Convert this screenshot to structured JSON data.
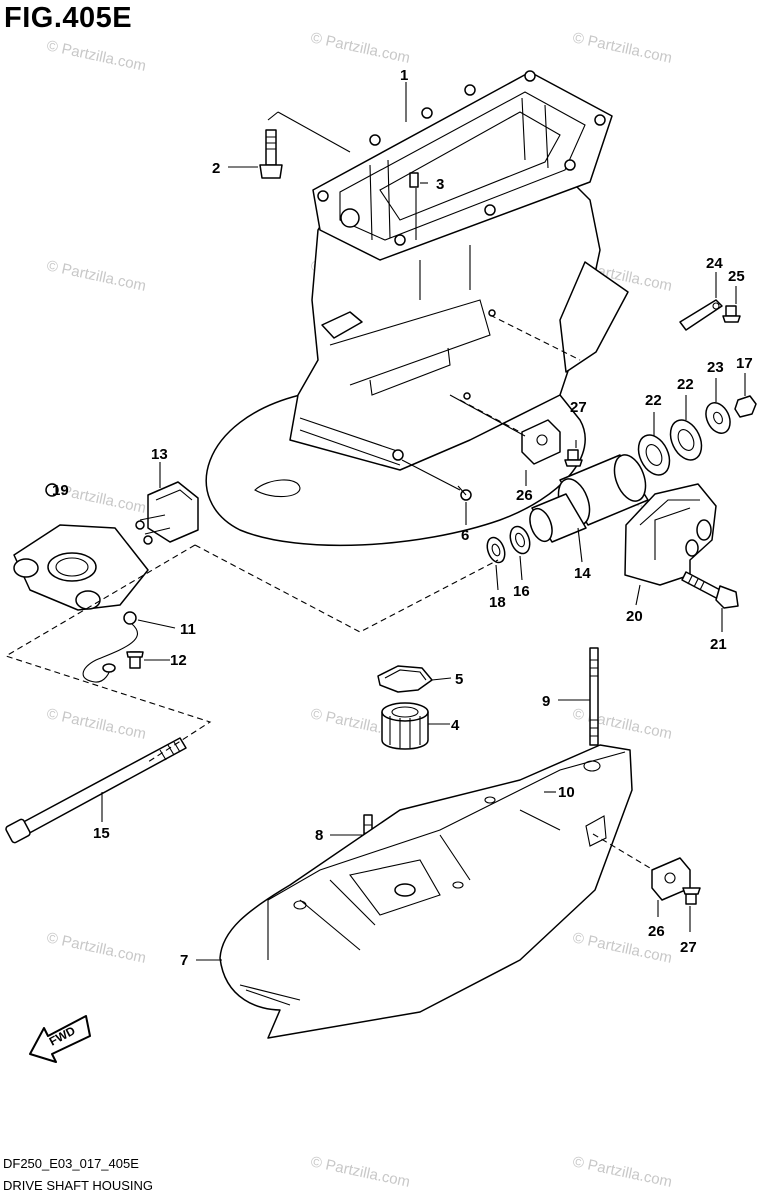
{
  "figure": {
    "title": "FIG.405E",
    "code": "DF250_E03_017_405E",
    "name": "DRIVE SHAFT HOUSING",
    "direction_badge": "FWD",
    "watermark": "© Partzilla.com"
  },
  "callouts": [
    {
      "id": "c1",
      "label": "1"
    },
    {
      "id": "c2",
      "label": "2"
    },
    {
      "id": "c3",
      "label": "3"
    },
    {
      "id": "c4",
      "label": "4"
    },
    {
      "id": "c5",
      "label": "5"
    },
    {
      "id": "c6",
      "label": "6"
    },
    {
      "id": "c7",
      "label": "7"
    },
    {
      "id": "c8",
      "label": "8"
    },
    {
      "id": "c9",
      "label": "9"
    },
    {
      "id": "c10",
      "label": "10"
    },
    {
      "id": "c11",
      "label": "11"
    },
    {
      "id": "c12",
      "label": "12"
    },
    {
      "id": "c13",
      "label": "13"
    },
    {
      "id": "c14",
      "label": "14"
    },
    {
      "id": "c15",
      "label": "15"
    },
    {
      "id": "c16",
      "label": "16"
    },
    {
      "id": "c17",
      "label": "17"
    },
    {
      "id": "c18",
      "label": "18"
    },
    {
      "id": "c19",
      "label": "19"
    },
    {
      "id": "c20",
      "label": "20"
    },
    {
      "id": "c21",
      "label": "21"
    },
    {
      "id": "c22a",
      "label": "22"
    },
    {
      "id": "c22b",
      "label": "22"
    },
    {
      "id": "c23",
      "label": "23"
    },
    {
      "id": "c24",
      "label": "24"
    },
    {
      "id": "c25",
      "label": "25"
    },
    {
      "id": "c26a",
      "label": "26"
    },
    {
      "id": "c26b",
      "label": "26"
    },
    {
      "id": "c27a",
      "label": "27"
    },
    {
      "id": "c27b",
      "label": "27"
    }
  ]
}
